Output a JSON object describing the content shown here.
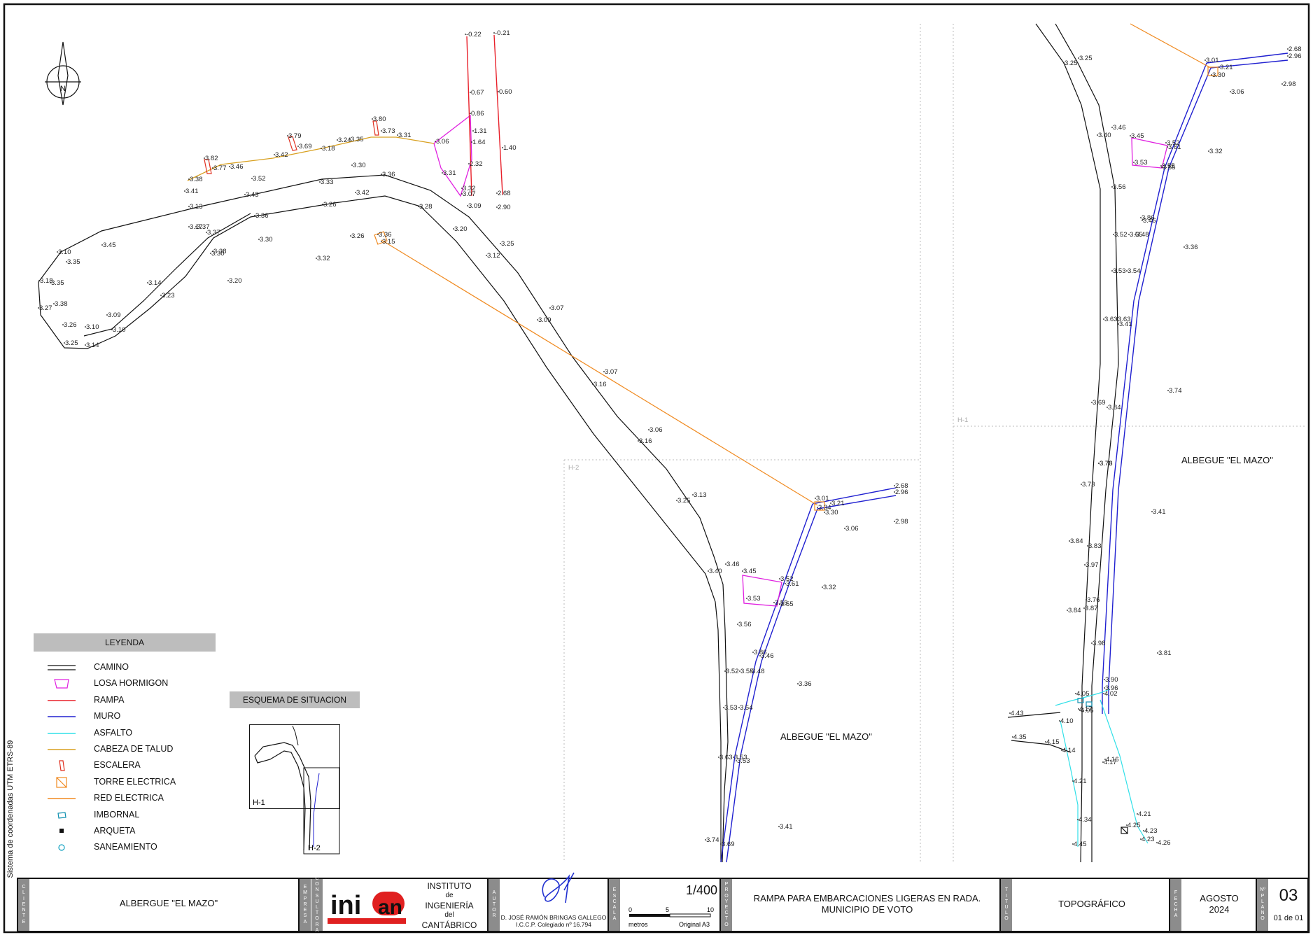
{
  "side_note": "Sistema de coordenadas UTM ETRS-89",
  "map": {
    "sheet_labels": {
      "h1": "H-1",
      "h2": "H-2"
    },
    "place_labels": {
      "left": "ALBEGUE \"EL MAZO\"",
      "right": "ALBEGUE \"EL MAZO\""
    },
    "north_letter": "N",
    "spot_heights_main": [
      "-0.22",
      "-0.21",
      "0.67",
      "0.60",
      "0.86",
      "1.31",
      "1.64",
      "1.40",
      "2.32",
      "2.68",
      "2.90",
      "3.80",
      "3.73",
      "3.79",
      "3.69",
      "3.82",
      "3.77",
      "3.46",
      "3.42",
      "3.18",
      "3.24",
      "3.35",
      "3.31",
      "3.06",
      "3.38",
      "3.41",
      "3.52",
      "3.30",
      "3.33",
      "3.36",
      "3.31",
      "3.32",
      "3.07",
      "3.09",
      "3.13",
      "3.43",
      "3.42",
      "3.26",
      "3.28",
      "3.20",
      "3.17",
      "3.36",
      "3.30",
      "3.30",
      "3.36",
      "3.26",
      "3.15",
      "3.25",
      "3.12",
      "3.10",
      "3.45",
      "3.35",
      "3.37",
      "3.37",
      "3.38",
      "3.32",
      "3.20",
      "3.14",
      "3.23",
      "3.18",
      "3.35",
      "3.38",
      "3.27",
      "3.09",
      "3.26",
      "3.10",
      "3.10",
      "3.25",
      "3.14",
      "3.07",
      "3.09",
      "3.07",
      "3.16",
      "3.06",
      "3.16",
      "3.13",
      "3.25",
      "3.25"
    ],
    "spot_heights_h2": [
      "2.68",
      "2.96",
      "3.01",
      "3.21",
      "3.34",
      "3.30",
      "3.06",
      "2.98",
      "3.46",
      "3.40",
      "3.45",
      "3.52",
      "3.61",
      "3.32",
      "3.53",
      "3.55",
      "3.55",
      "3.56",
      "3.86",
      "3.46",
      "3.52",
      "3.55",
      "3.48",
      "3.36",
      "3.53",
      "3.54",
      "3.63",
      "3.53",
      "3.53",
      "3.41",
      "3.74",
      "3.69"
    ],
    "spot_heights_h1": [
      "3.25",
      "3.25",
      "2.68",
      "2.96",
      "3.01",
      "3.21",
      "3.30",
      "3.06",
      "2.98",
      "3.40",
      "3.46",
      "3.45",
      "3.52",
      "3.61",
      "3.32",
      "3.53",
      "3.55",
      "3.55",
      "3.56",
      "3.86",
      "3.46",
      "3.52",
      "3.55",
      "3.48",
      "3.36",
      "3.53",
      "3.54",
      "3.63",
      "3.63",
      "3.41",
      "3.74",
      "3.69",
      "3.84",
      "3.73",
      "3.76",
      "3.73",
      "3.41",
      "3.84",
      "3.83",
      "3.97",
      "3.76",
      "3.84",
      "3.87",
      "3.98",
      "3.81",
      "3.90",
      "3.96",
      "4.05",
      "4.02",
      "4.17",
      "4.05",
      "4.43",
      "4.10",
      "4.35",
      "4.15",
      "4.14",
      "4.16",
      "4.17",
      "4.21",
      "4.34",
      "4.21",
      "4.23",
      "4.25",
      "4.45",
      "4.23",
      "4.26"
    ]
  },
  "legend": {
    "title": "LEYENDA",
    "items": [
      {
        "label": "CAMINO",
        "symbol": "camino",
        "color": "#111111"
      },
      {
        "label": "LOSA HORMIGON",
        "symbol": "losa",
        "color": "#e020e0"
      },
      {
        "label": "RAMPA",
        "symbol": "line",
        "color": "#e8202a"
      },
      {
        "label": "MURO",
        "symbol": "line",
        "color": "#2020d0"
      },
      {
        "label": "ASFALTO",
        "symbol": "line",
        "color": "#30e0e8"
      },
      {
        "label": "CABEZA DE TALUD",
        "symbol": "line",
        "color": "#d8a020"
      },
      {
        "label": "ESCALERA",
        "symbol": "escalera",
        "color": "#e03020"
      },
      {
        "label": "TORRE ELECTRICA",
        "symbol": "torre",
        "color": "#f08a20"
      },
      {
        "label": "RED ELECTRICA",
        "symbol": "line",
        "color": "#f08a20"
      },
      {
        "label": "IMBORNAL",
        "symbol": "imbornal",
        "color": "#1090b0"
      },
      {
        "label": "ARQUETA",
        "symbol": "arqueta",
        "color": "#111111"
      },
      {
        "label": "SANEAMIENTO",
        "symbol": "circle",
        "color": "#10a0c0"
      }
    ]
  },
  "situation_scheme": {
    "title": "ESQUEMA DE SITUACION",
    "h1": "H-1",
    "h2": "H-2"
  },
  "title_block": {
    "cliente_tab": [
      "C",
      "L",
      "I",
      "E",
      "N",
      "T",
      "E"
    ],
    "cliente": "ALBERGUE \"EL MAZO\"",
    "empresa_tab": [
      "E",
      "M",
      "P",
      "R",
      "E",
      "S",
      "A"
    ],
    "consultora_tab": [
      "C",
      "O",
      "N",
      "S",
      "U",
      "L",
      "T",
      "O",
      "R",
      "A"
    ],
    "logo_text": "ini",
    "logo_sub": "INSTITUTO de INGENIERÍA del CANTÁBRICO",
    "institute_lines": [
      "INSTITUTO",
      "de",
      "INGENIERÍA",
      "del",
      "CANTÁBRICO"
    ],
    "autor_tab": [
      "A",
      "U",
      "T",
      "O",
      "R"
    ],
    "autor_name": "D. JOSÉ RAMÓN BRINGAS GALLEGO",
    "autor_reg": "I.C.C.P. Colegiado nº 16.794",
    "escala_tab": [
      "E",
      "S",
      "C",
      "A",
      "L",
      "A"
    ],
    "scale_ratio": "1/400",
    "scale_ticks": [
      "0",
      "5",
      "10"
    ],
    "scale_unit": "metros",
    "scale_original": "Original A3",
    "proyecto_tab": [
      "P",
      "R",
      "O",
      "Y",
      "E",
      "C",
      "T",
      "O"
    ],
    "proyecto_lines": [
      "RAMPA PARA EMBARCACIONES LIGERAS EN RADA.",
      "MUNICIPIO DE VOTO"
    ],
    "titulo_tab": [
      "T",
      "I",
      "T",
      "U",
      "L",
      "O"
    ],
    "titulo": "TOPOGRÁFICO",
    "fecha_tab": [
      "F",
      "E",
      "C",
      "H",
      "A"
    ],
    "fecha_lines": [
      "AGOSTO",
      "2024"
    ],
    "plano_tab": [
      "Nº",
      "P",
      "L",
      "A",
      "N",
      "O"
    ],
    "plano_num": "03",
    "plano_of": "01 de 01"
  }
}
